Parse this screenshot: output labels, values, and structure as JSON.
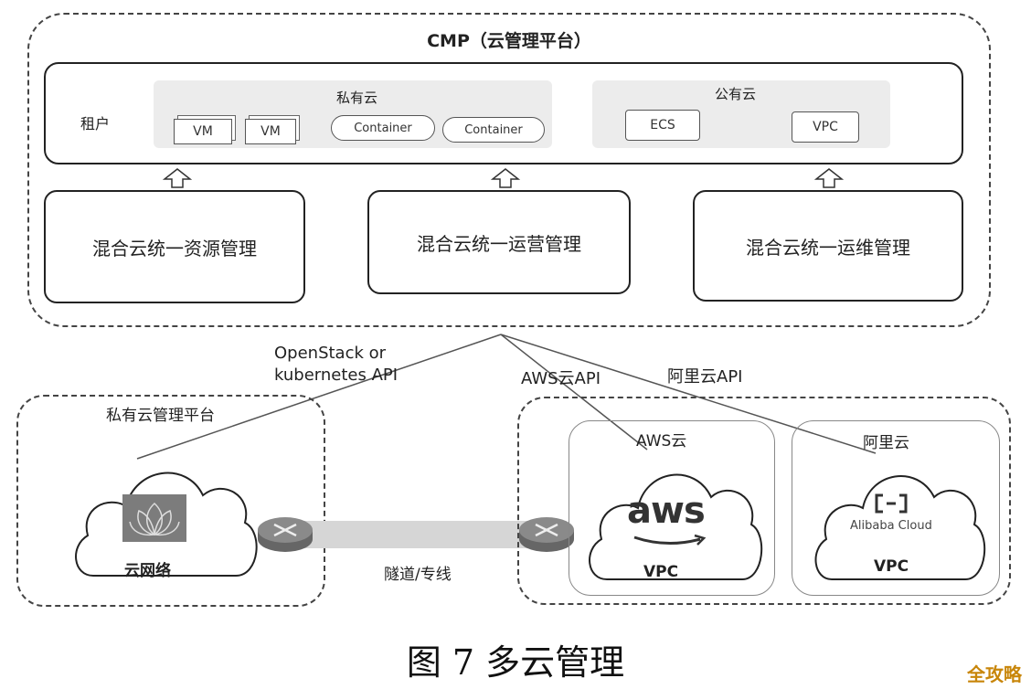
{
  "cmp": {
    "title": "CMP（云管理平台）",
    "tenant_label": "租户",
    "private_cloud": {
      "title": "私有云",
      "items": [
        "VM",
        "VM",
        "Container",
        "Container"
      ]
    },
    "public_cloud": {
      "title": "公有云",
      "items": [
        "ECS",
        "VPC"
      ]
    },
    "management": [
      "混合云统一资源管理",
      "混合云统一运营管理",
      "混合云统一运维管理"
    ]
  },
  "links": {
    "openstack_line1": "OpenStack or",
    "openstack_line2": "kubernetes API",
    "aws_api": "AWS云API",
    "aliyun_api": "阿里云API",
    "tunnel": "隧道/专线"
  },
  "private_platform": {
    "title": "私有云管理平台",
    "cloud_label": "云网络"
  },
  "aws": {
    "title": "AWS云",
    "logo_text": "aws",
    "vpc": "VPC"
  },
  "aliyun": {
    "title": "阿里云",
    "logo_text": "Alibaba Cloud",
    "vpc": "VPC"
  },
  "caption": "图 7 多云管理",
  "watermark": "全攻略",
  "colors": {
    "line": "#222222",
    "panel": "#ececec",
    "watermark": "#c8860a"
  }
}
